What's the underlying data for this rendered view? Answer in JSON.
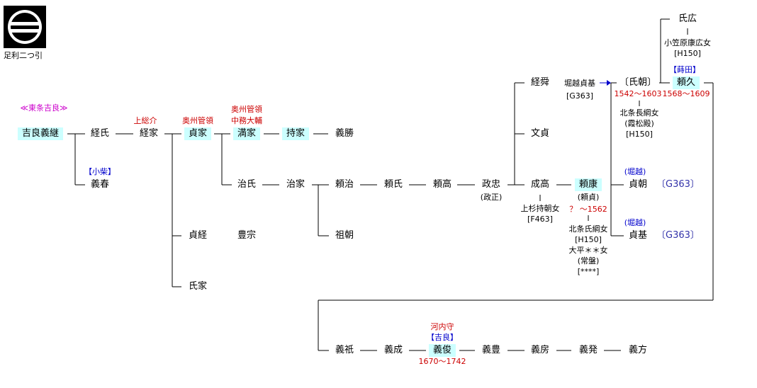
{
  "crest": {
    "label": "足利二つ引"
  },
  "people": {
    "yoshitsugu": "吉良義継",
    "tsuneuji": "経氏",
    "tsuneie": "経家",
    "sadaie": "貞家",
    "mitsuie": "満家",
    "mochiie": "持家",
    "yoshikatsu": "義勝",
    "yoshiharu": "義春",
    "haruuji": "治氏",
    "haruie": "治家",
    "yoriharu": "頼治",
    "yoriuji": "頼氏",
    "yoritaka": "頼高",
    "masatada": "政忠",
    "masatada_alt": "(政正)",
    "keishun": "経舜",
    "bunsada": "文貞",
    "naritaka": "成高",
    "yoriyasu": "頼康",
    "yoriyasu_alt": "(頼貞)",
    "sadatomo": "貞朝",
    "sadamoto": "貞基",
    "ujitomo": "〔氏朝〕",
    "yorihisa": "頼久",
    "ujihiro": "氏広",
    "sadatsune": "貞経",
    "toyomune": "豊宗",
    "sotomo": "祖朝",
    "ujiie": "氏家",
    "yoshimasa": "義祇",
    "yoshinari": "義成",
    "yoshitoshi": "義俊",
    "yoshitoyo": "義豊",
    "yoshifusa": "義房",
    "yoshiaki": "義発",
    "yoshikata": "義方"
  },
  "titles": {
    "higashijo_kira": "≪東条吉良≫",
    "kazusa": "上総介",
    "oshu_kanrei": "奥州管領",
    "oshu_kanrei2": "奥州管領",
    "nakatsukasa": "中務大輔",
    "koshiba": "【小柴】",
    "tokita": "【蒔田】",
    "horikoshi1": "(堀越)",
    "horikoshi2": "(堀越)",
    "kawachi": "河内守",
    "kira": "【吉良】"
  },
  "dates": {
    "ujitomo": "1542～1603",
    "yorihisa": "1568～1609",
    "yoriyasu": "？ ～1562",
    "yoshitoshi": "1670～1742"
  },
  "notes": {
    "horikoshi_sadamoto": "堀越貞基",
    "g363_a": "[G363]",
    "ogasawara": "小笠原康広女",
    "h150_a": "[H150]",
    "hojo_naganuna": "北条長綱女",
    "kasumatsu": "(霞松殿)",
    "h150_b": "[H150]",
    "uesugi": "上杉持朝女",
    "f463": "[F463]",
    "hojo_ujitsuna": "北条氏綱女",
    "h150_c": "[H150]",
    "ohira": "大平＊＊女",
    "tokiwa": "(常盤)",
    "stars": "[****]",
    "g363_sadatomo": "〔G363〕",
    "g363_sadamoto": "〔G363〕"
  }
}
